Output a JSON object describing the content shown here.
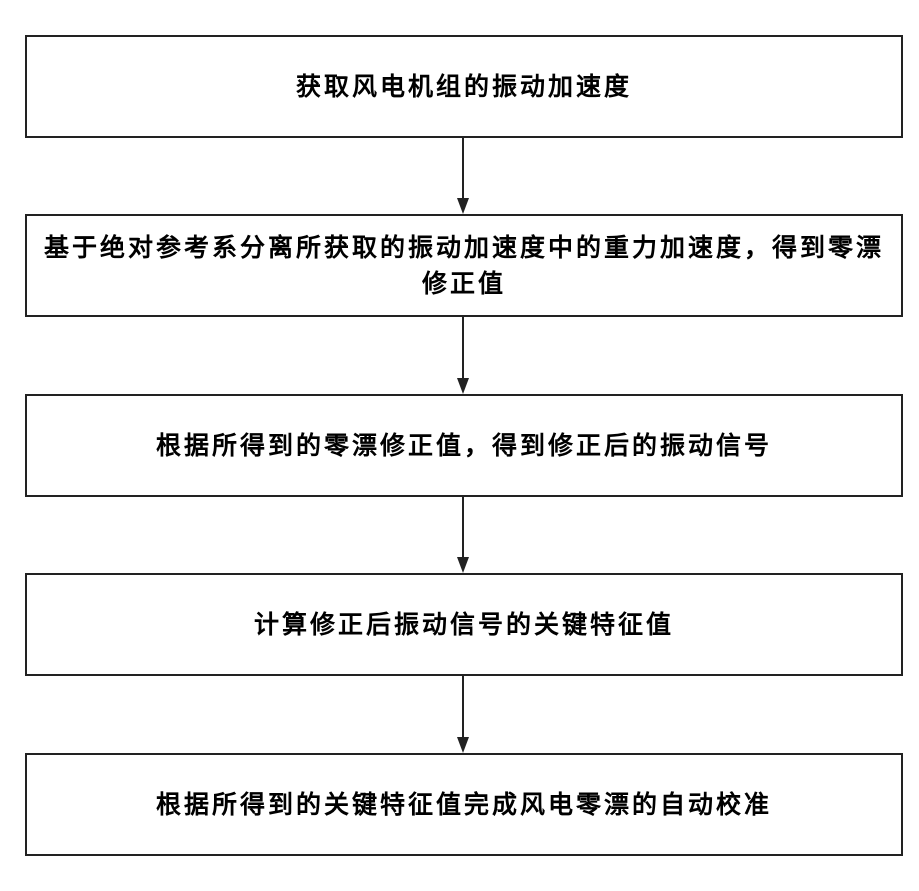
{
  "flowchart": {
    "steps": [
      {
        "text": "获取风电机组的振动加速度"
      },
      {
        "text": "基于绝对参考系分离所获取的振动加速度中的重力加速度，得到零漂修正值"
      },
      {
        "text": "根据所得到的零漂修正值，得到修正后的振动信号"
      },
      {
        "text": "计算修正后振动信号的关键特征值"
      },
      {
        "text": "根据所得到的关键特征值完成风电零漂的自动校准"
      }
    ],
    "colors": {
      "line": "#222222",
      "background": "#ffffff",
      "text": "#000000"
    }
  }
}
